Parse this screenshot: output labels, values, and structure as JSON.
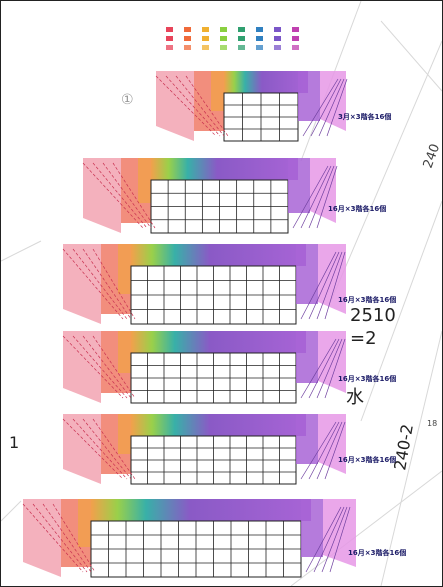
{
  "legend": {
    "items": [
      {
        "label": "■■",
        "color": "#e8445a"
      },
      {
        "label": "■■",
        "color": "#f06a3a"
      },
      {
        "label": "■■",
        "color": "#f0b030"
      },
      {
        "label": "■■",
        "color": "#8ad040"
      },
      {
        "label": "■■",
        "color": "#30a070"
      },
      {
        "label": "■■",
        "color": "#3080c0"
      },
      {
        "label": "■■",
        "color": "#7a56c8"
      },
      {
        "label": "■■",
        "color": "#c040b0"
      }
    ]
  },
  "circle_marker": "①",
  "floors": [
    {
      "note": "3月×3階各16個"
    },
    {
      "note": "16月×3階各16個"
    },
    {
      "note": "16月×3階各16個"
    },
    {
      "note": "16月×3階各16個"
    },
    {
      "note": "16月×3階各16個"
    },
    {
      "note": "16月×3階各16個"
    }
  ],
  "annotations": {
    "side_value": "2510",
    "side_sub": "=2",
    "water_char": "水",
    "rotated_code": "240-2",
    "top_right_code": "240",
    "left_mark": "1",
    "small_right": "18"
  },
  "colors": {
    "pink": "#f3a8b6",
    "salmon": "#f07a66",
    "orange": "#f2a04c",
    "teal": "#38b0a8",
    "purple": "#8a5ac6",
    "violet": "#a864d6",
    "magenta": "#e698e6",
    "grid": "#222222",
    "note": "#1a1a66"
  }
}
